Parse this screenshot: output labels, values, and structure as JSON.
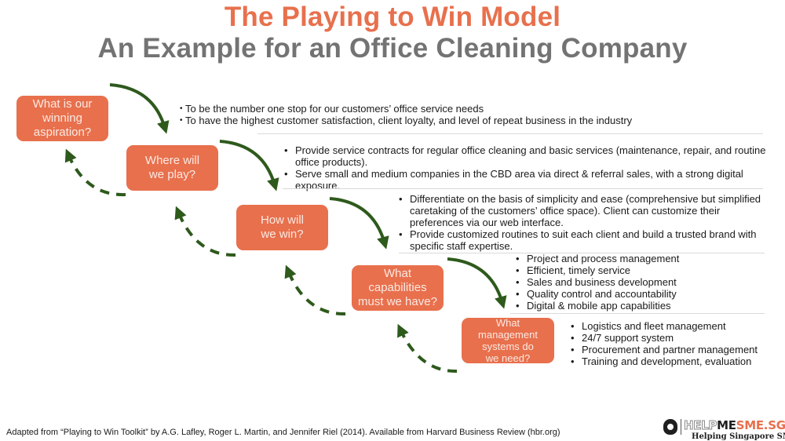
{
  "header": {
    "title": "The Playing to Win Model",
    "subtitle": "An Example for an Office Cleaning Company"
  },
  "colors": {
    "title": "#e8704d",
    "subtitle": "#737373",
    "box_fill": "#e8704d",
    "box_text": "#fbe9e2",
    "arrow": "#2e5a1c"
  },
  "steps": [
    {
      "question": "What is our\nwinning\naspiration?",
      "answers": [
        "To be the number one stop for our customers’ office service needs",
        "To have the highest customer satisfaction, client loyalty, and level of repeat business in the industry"
      ]
    },
    {
      "question": "Where will\nwe play?",
      "answers": [
        "Provide service contracts for regular office cleaning and basic services (maintenance, repair, and routine office products).",
        "Serve small and medium companies in the CBD area via direct & referral sales, with a strong digital exposure."
      ]
    },
    {
      "question": "How will\nwe win?",
      "answers": [
        "Differentiate on the basis of simplicity and ease (comprehensive but simplified caretaking of the customers’ office space). Client can customize their preferences via our web interface.",
        "Provide customized routines to suit each client and build a trusted brand with specific staff expertise."
      ]
    },
    {
      "question": "What\ncapabilities\nmust we have?",
      "answers": [
        "Project and process management",
        "Efficient, timely service",
        "Sales and business development",
        "Quality control and accountability",
        "Digital & mobile app capabilities"
      ]
    },
    {
      "question": "What management\nsystems do\nwe need?",
      "answers": [
        "Logistics and fleet management",
        "24/7 support system",
        "Procurement and partner management",
        "Training and development, evaluation"
      ]
    }
  ],
  "footer": {
    "citation": "Adapted from “Playing to Win Toolkit” by A.G. Lafley, Roger L. Martin, and Jennifer Riel (2014). Available from Harvard Business Review (hbr.org)"
  },
  "logo": {
    "part1": "HELP",
    "part2": "ME",
    "part3": "SME.SG",
    "tagline": "Helping Singapore SMEs"
  }
}
